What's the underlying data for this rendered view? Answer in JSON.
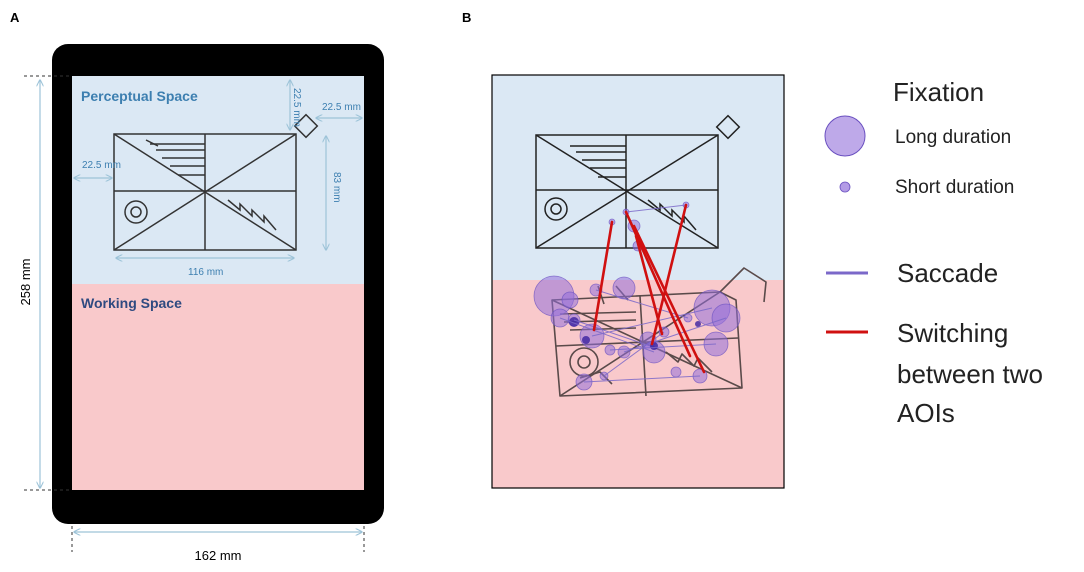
{
  "panel_a": {
    "label": "A",
    "perceptual_label": "Perceptual Space",
    "working_label": "Working Space",
    "dim_top": "22.5 mm",
    "dim_right": "22.5 mm",
    "dim_left": "22.5 mm",
    "dim_height_fig": "83 mm",
    "dim_width_fig": "116 mm",
    "dim_tablet_height": "258 mm",
    "dim_tablet_width": "162 mm"
  },
  "panel_b": {
    "label": "B"
  },
  "legend": {
    "fixation_title": "Fixation",
    "long_label": "Long duration",
    "short_label": "Short duration",
    "saccade_label": "Saccade",
    "switch_line1": "Switching",
    "switch_line2": "between two",
    "switch_line3": "AOIs"
  },
  "colors": {
    "tablet_frame": "#000000",
    "perceptual_bg": "#dbe8f4",
    "working_bg": "#f9c9cb",
    "dimension_line": "#9dc3d8",
    "perceptual_text": "#3d7fb0",
    "working_text": "#2f4a80",
    "fixation": "#9370db",
    "saccade": "#7b68c9",
    "switching": "#d01010"
  }
}
